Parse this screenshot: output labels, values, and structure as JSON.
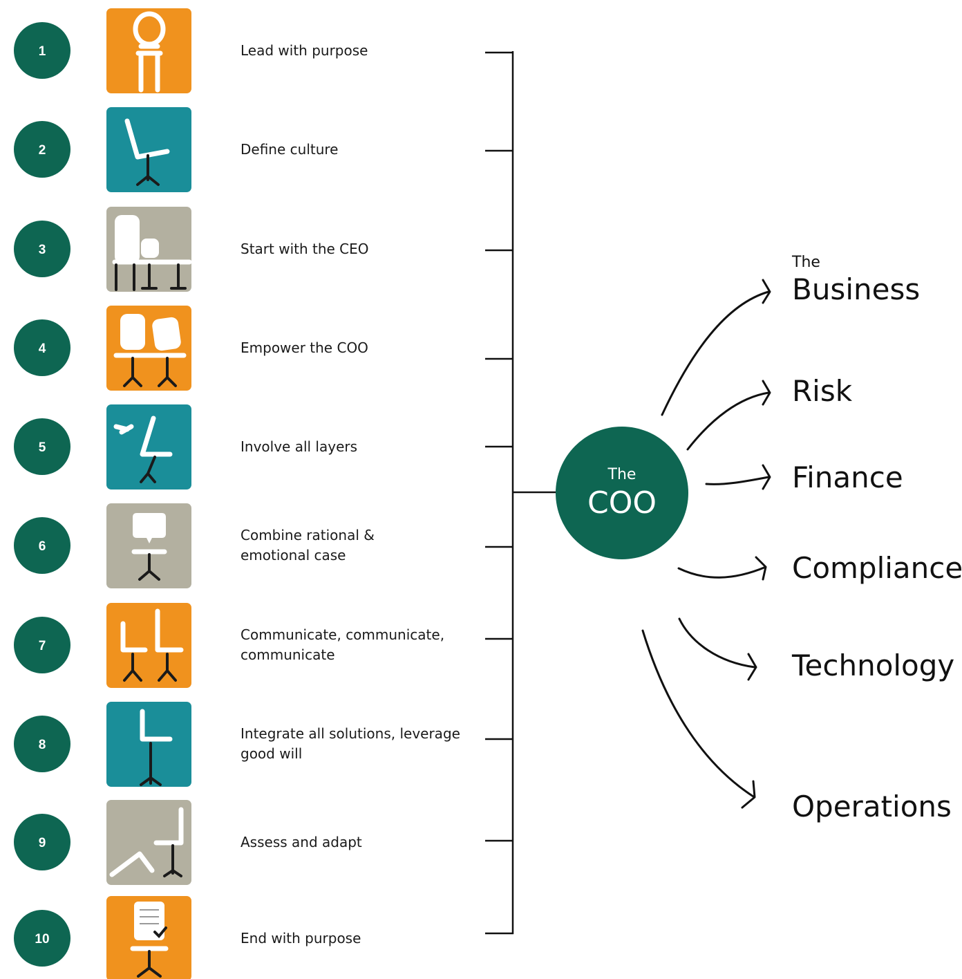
{
  "steps": [
    {
      "num": "1",
      "lines": [
        "Lead with purpose"
      ],
      "icon": "ornate-chair-icon",
      "tile": "#f0921e"
    },
    {
      "num": "2",
      "lines": [
        "Define culture"
      ],
      "icon": "reclined-chair-icon",
      "tile": "#1a8e99"
    },
    {
      "num": "3",
      "lines": [
        "Start with the CEO"
      ],
      "icon": "chairs-row-icon",
      "tile": "#b3b0a0"
    },
    {
      "num": "4",
      "lines": [
        "Empower the COO"
      ],
      "icon": "two-chairs-icon",
      "tile": "#f0921e"
    },
    {
      "num": "5",
      "lines": [
        "Involve all layers"
      ],
      "icon": "chair-with-bird-icon",
      "tile": "#1a8e99"
    },
    {
      "num": "6",
      "lines": [
        "Combine rational &",
        "emotional case"
      ],
      "icon": "speech-bubble-chair-icon",
      "tile": "#b3b0a0"
    },
    {
      "num": "7",
      "lines": [
        "Communicate, communicate,",
        "communicate"
      ],
      "icon": "pair-of-chairs-icon",
      "tile": "#f0921e"
    },
    {
      "num": "8",
      "lines": [
        "Integrate all solutions, leverage",
        "good will"
      ],
      "icon": "tall-chair-icon",
      "tile": "#1a8e99"
    },
    {
      "num": "9",
      "lines": [
        "Assess and adapt"
      ],
      "icon": "toppled-chair-icon",
      "tile": "#b3b0a0"
    },
    {
      "num": "10",
      "lines": [
        "End with purpose"
      ],
      "icon": "checklist-chair-icon",
      "tile": "#f0921e"
    }
  ],
  "center": {
    "small": "The",
    "big": "COO"
  },
  "outputs": [
    {
      "small": "The",
      "label": "Business"
    },
    {
      "label": "Risk"
    },
    {
      "label": "Finance"
    },
    {
      "label": "Compliance"
    },
    {
      "label": "Technology"
    },
    {
      "label": "Operations"
    }
  ],
  "colors": {
    "brand_green": "#0e6652",
    "orange": "#f0921e",
    "teal": "#1a8e99",
    "gray": "#b3b0a0"
  }
}
